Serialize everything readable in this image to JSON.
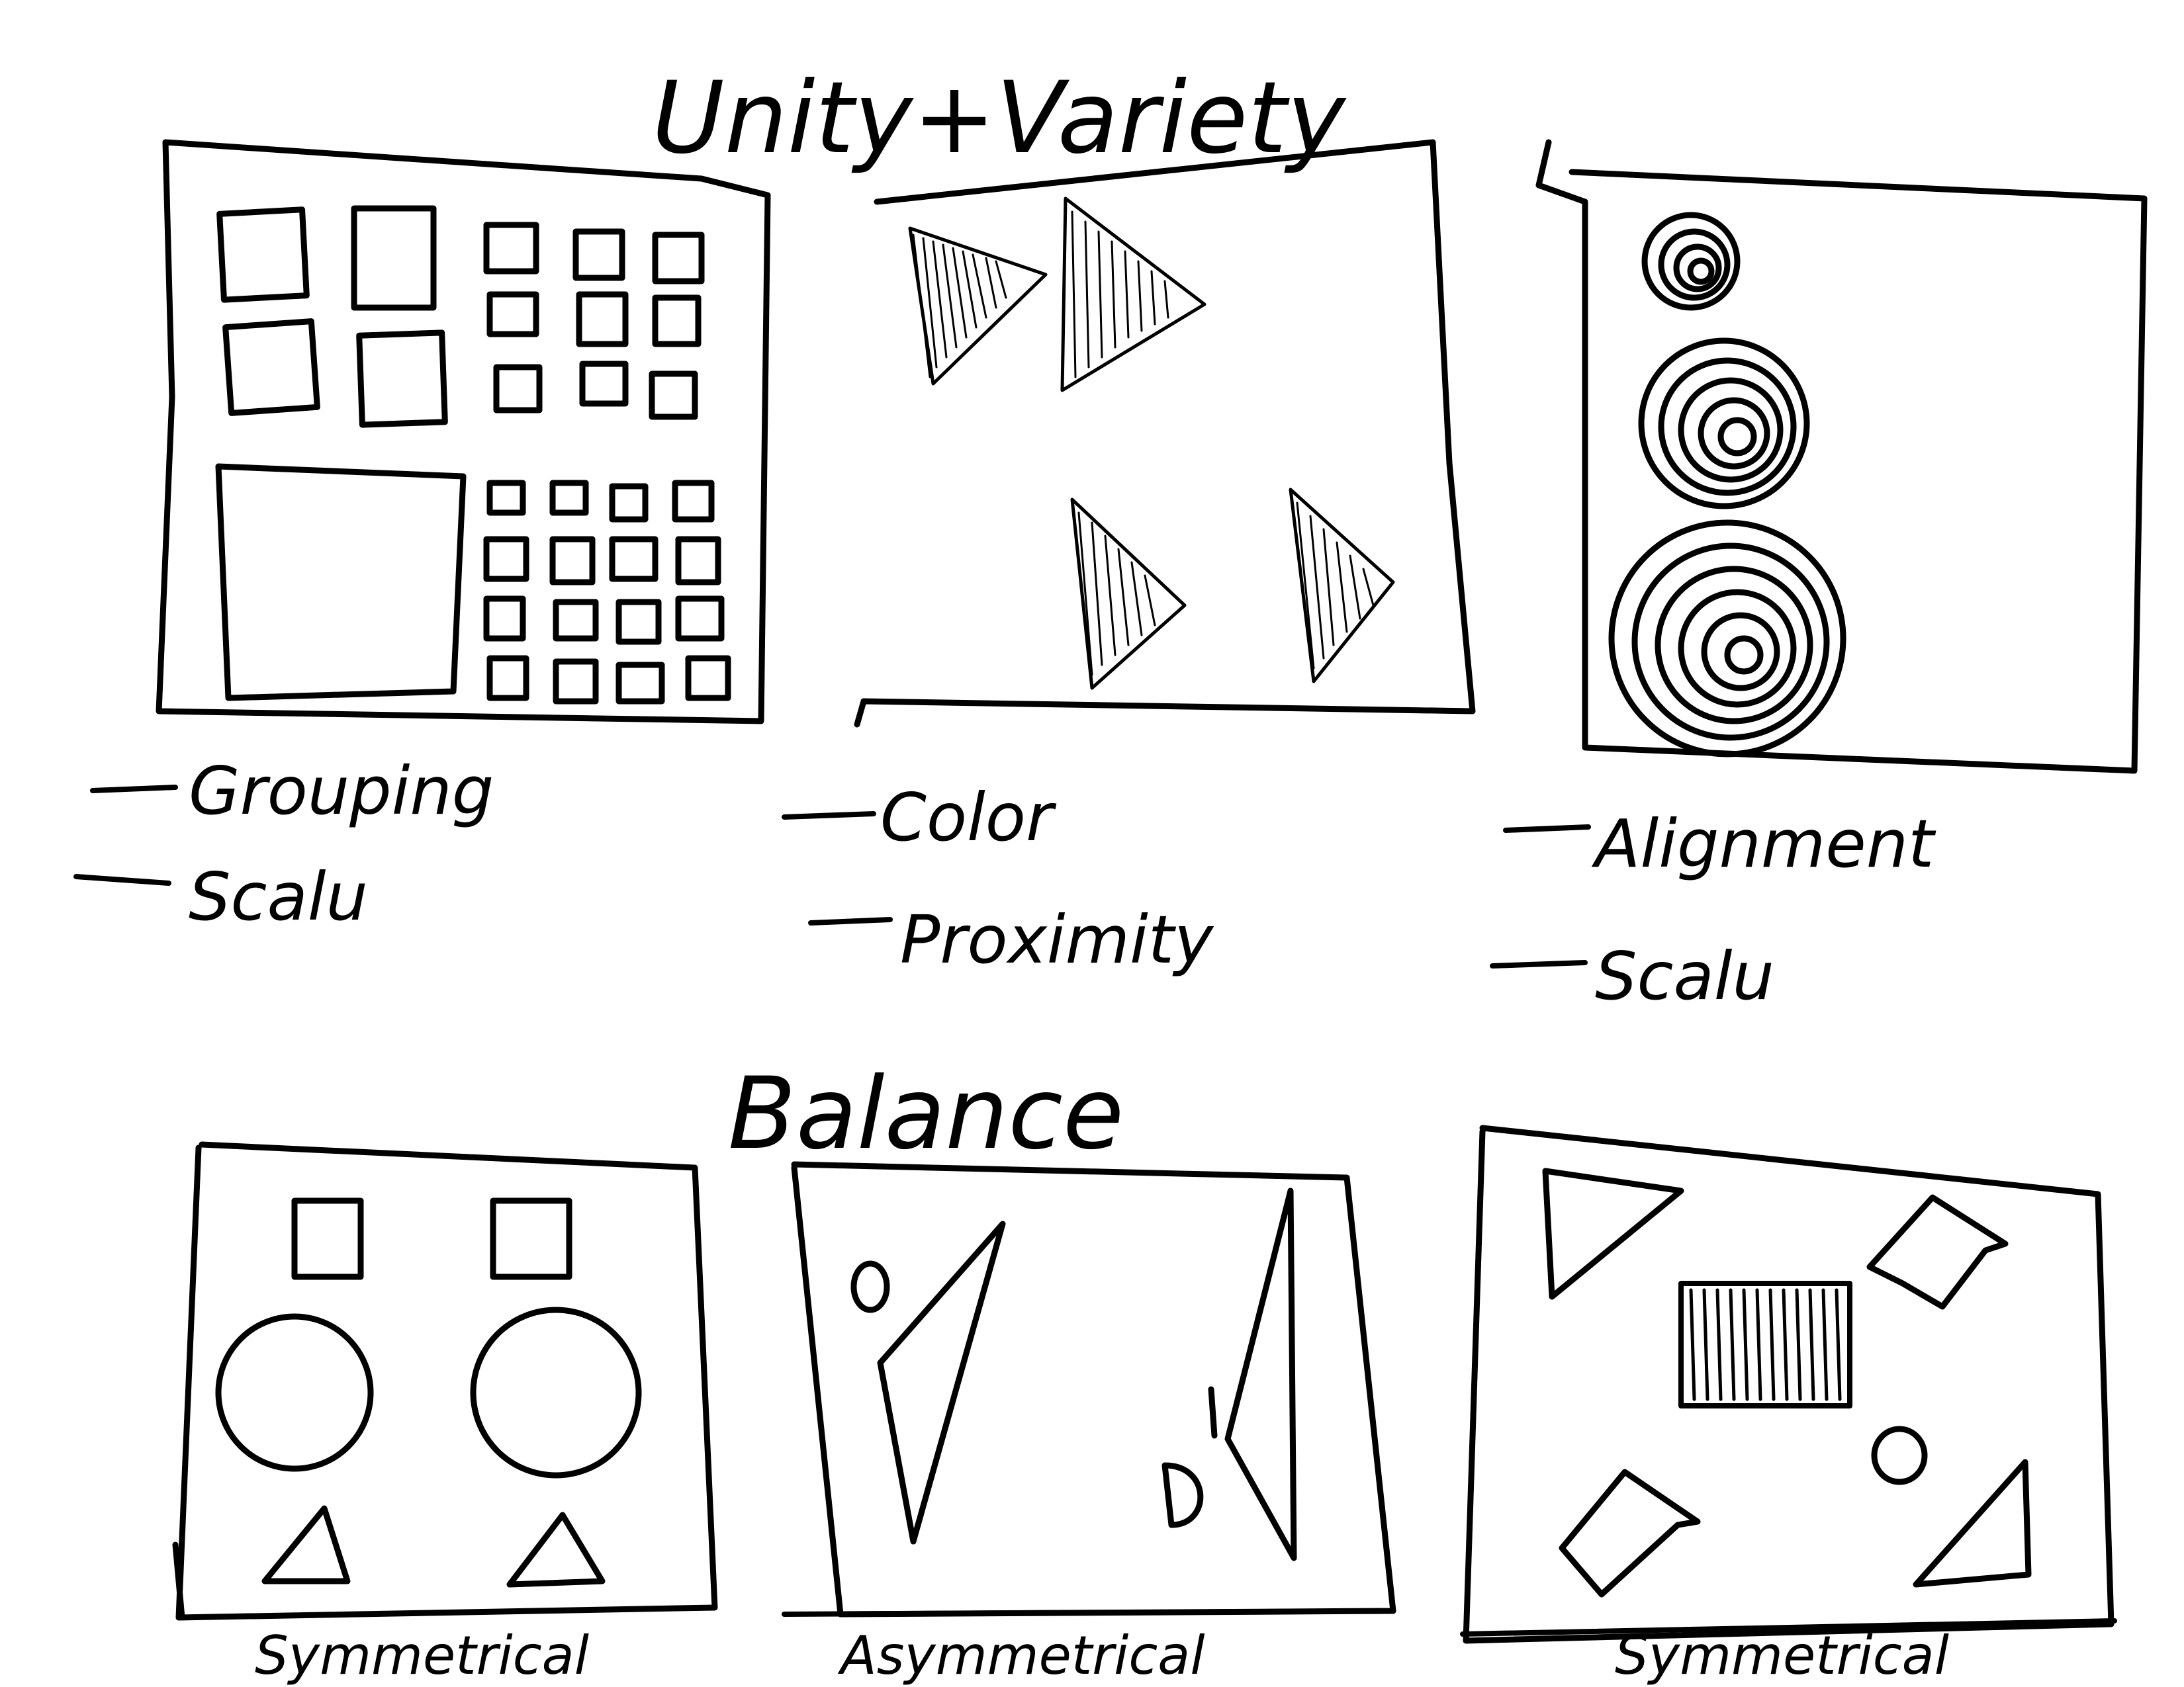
{
  "sections": {
    "unity_title": "Unity+Variety",
    "balance_title": "Balance"
  },
  "unity_panels": [
    {
      "notes": [
        "Grouping",
        "Scalu"
      ]
    },
    {
      "notes": [
        "Color",
        "Proximity"
      ]
    },
    {
      "notes": [
        "Alignment",
        "Scalu"
      ]
    }
  ],
  "balance_panels": [
    {
      "caption": "Symmetrical"
    },
    {
      "caption": "Asymmetrical"
    },
    {
      "caption": "Symmetrical"
    }
  ],
  "colors": {
    "ink": "#000000",
    "paper": "#ffffff"
  }
}
